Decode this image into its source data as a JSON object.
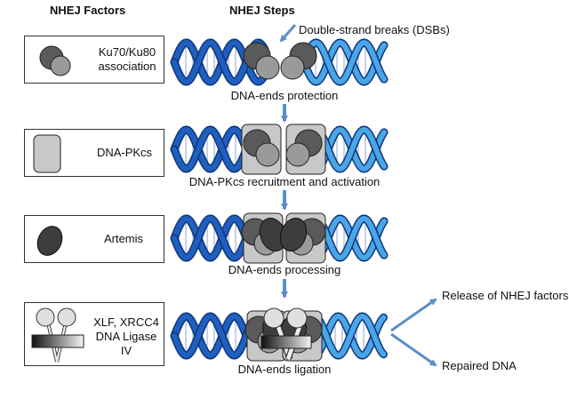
{
  "headers": {
    "factors": "NHEJ Factors",
    "steps": "NHEJ Steps"
  },
  "factors": [
    {
      "label": "Ku70/Ku80\nassociation",
      "icon": "ku70-ku80-icon"
    },
    {
      "label": "DNA-PKcs",
      "icon": "dna-pkcs-icon"
    },
    {
      "label": "Artemis",
      "icon": "artemis-icon"
    },
    {
      "label": "XLF, XRCC4\nDNA Ligase IV",
      "icon": "ligase-complex-icon"
    }
  ],
  "steps": [
    {
      "label": "DNA-ends protection"
    },
    {
      "label": "DNA-PKcs recruitment and activation"
    },
    {
      "label": "DNA-ends processing"
    },
    {
      "label": "DNA-ends ligation"
    }
  ],
  "annotation": "Double-strand breaks (DSBs)",
  "outcomes": {
    "release": "Release of NHEJ factors",
    "repaired": "Repaired DNA"
  },
  "colors": {
    "dna_left": "#1f5fbf",
    "dna_right": "#4aa6e8",
    "arrow": "#5b8fc9",
    "ku70": "#5a5a5a",
    "ku80": "#9a9a9a",
    "dna_pkcs": "#c8c8c8",
    "artemis": "#3d3d3d"
  }
}
